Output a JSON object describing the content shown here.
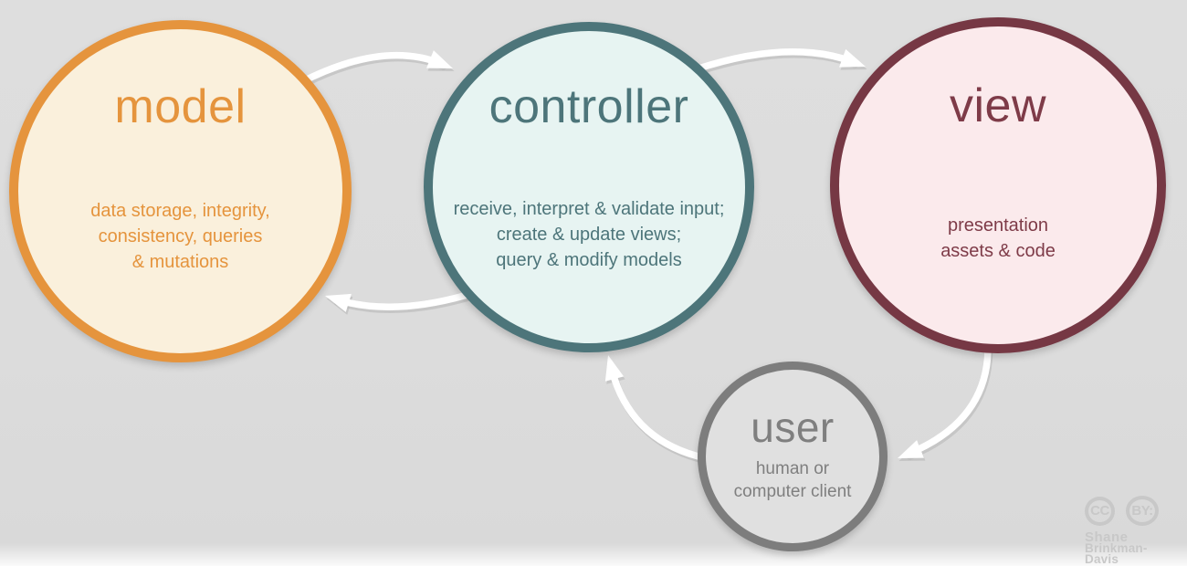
{
  "background_color": "#dcdcdc",
  "arrow_color": "#ffffff",
  "nodes": [
    {
      "id": "model",
      "label": "model",
      "description": "data storage, integrity,\nconsistency, queries\n& mutations",
      "border_color": "#e5943d",
      "fill_color": "#faf0dc",
      "text_color": "#e5943d"
    },
    {
      "id": "controller",
      "label": "controller",
      "description": "receive, interpret & validate input;\ncreate & update views;\nquery & modify models",
      "border_color": "#4d757a",
      "fill_color": "#e7f4f2",
      "text_color": "#4d757a"
    },
    {
      "id": "view",
      "label": "view",
      "description": "presentation\nassets & code",
      "border_color": "#763844",
      "fill_color": "#fbeaec",
      "text_color": "#7e3b48"
    },
    {
      "id": "user",
      "label": "user",
      "description": "human or\ncomputer client",
      "border_color": "#7d7d7d",
      "fill_color": "#e0e0e0",
      "text_color": "#7f7f7f"
    }
  ],
  "edges": [
    {
      "from": "model",
      "to": "controller"
    },
    {
      "from": "controller",
      "to": "view"
    },
    {
      "from": "controller",
      "to": "model"
    },
    {
      "from": "view",
      "to": "user"
    },
    {
      "from": "user",
      "to": "controller"
    }
  ],
  "credit": {
    "cc_label": "CC",
    "by_label": "BY:",
    "author_line1": "Shane",
    "author_line2": "Brinkman-Davis",
    "color": "#c8c8c8"
  }
}
